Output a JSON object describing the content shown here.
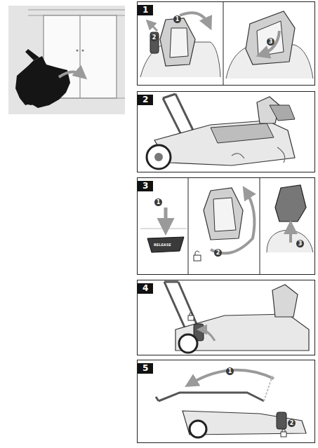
{
  "diagram": {
    "nodes": [
      {
        "text": [
          "1"
        ]
      },
      {
        "text": [
          "2"
        ]
      },
      {
        "text": [
          "3"
        ]
      },
      {
        "text": [
          "4"
        ]
      },
      {
        "text": [
          "5"
        ]
      }
    ],
    "labels": [
      "2",
      "1",
      "3",
      "1",
      "RELEASE",
      "2",
      "3",
      "1",
      "2"
    ]
  }
}
